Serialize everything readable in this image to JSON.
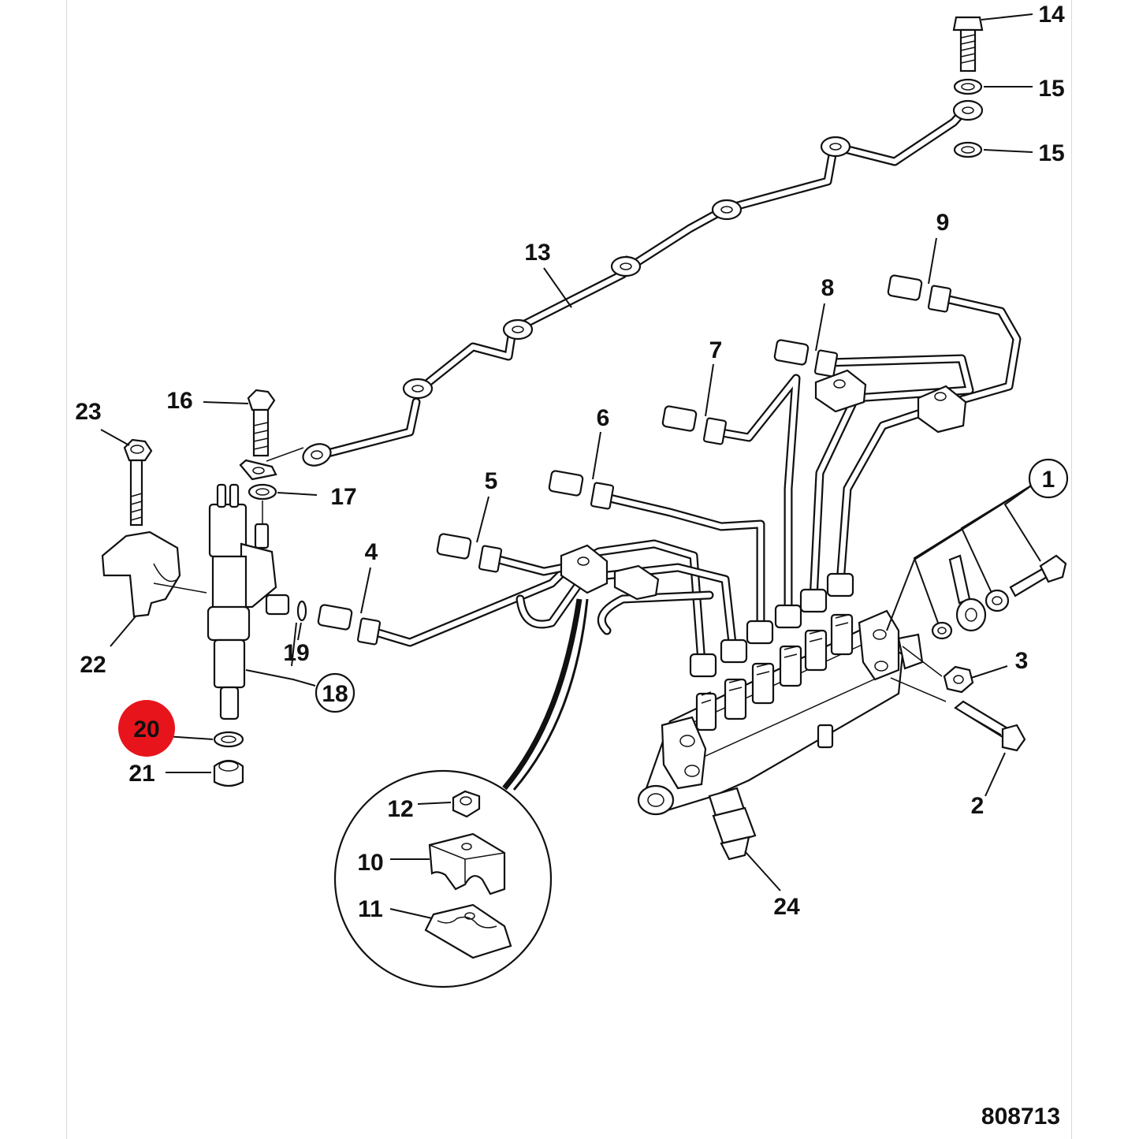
{
  "drawing_number": "808713",
  "highlight_color": "#e8141c",
  "highlighted_callout": "20",
  "callouts": {
    "c1": "1",
    "c2": "2",
    "c3": "3",
    "c4": "4",
    "c5": "5",
    "c6": "6",
    "c7": "7",
    "c8": "8",
    "c9": "9",
    "c10": "10",
    "c11": "11",
    "c12": "12",
    "c13": "13",
    "c14": "14",
    "c15a": "15",
    "c15b": "15",
    "c16": "16",
    "c17": "17",
    "c18": "18",
    "c19": "19",
    "c20": "20",
    "c21": "21",
    "c22": "22",
    "c23": "23",
    "c24": "24"
  }
}
